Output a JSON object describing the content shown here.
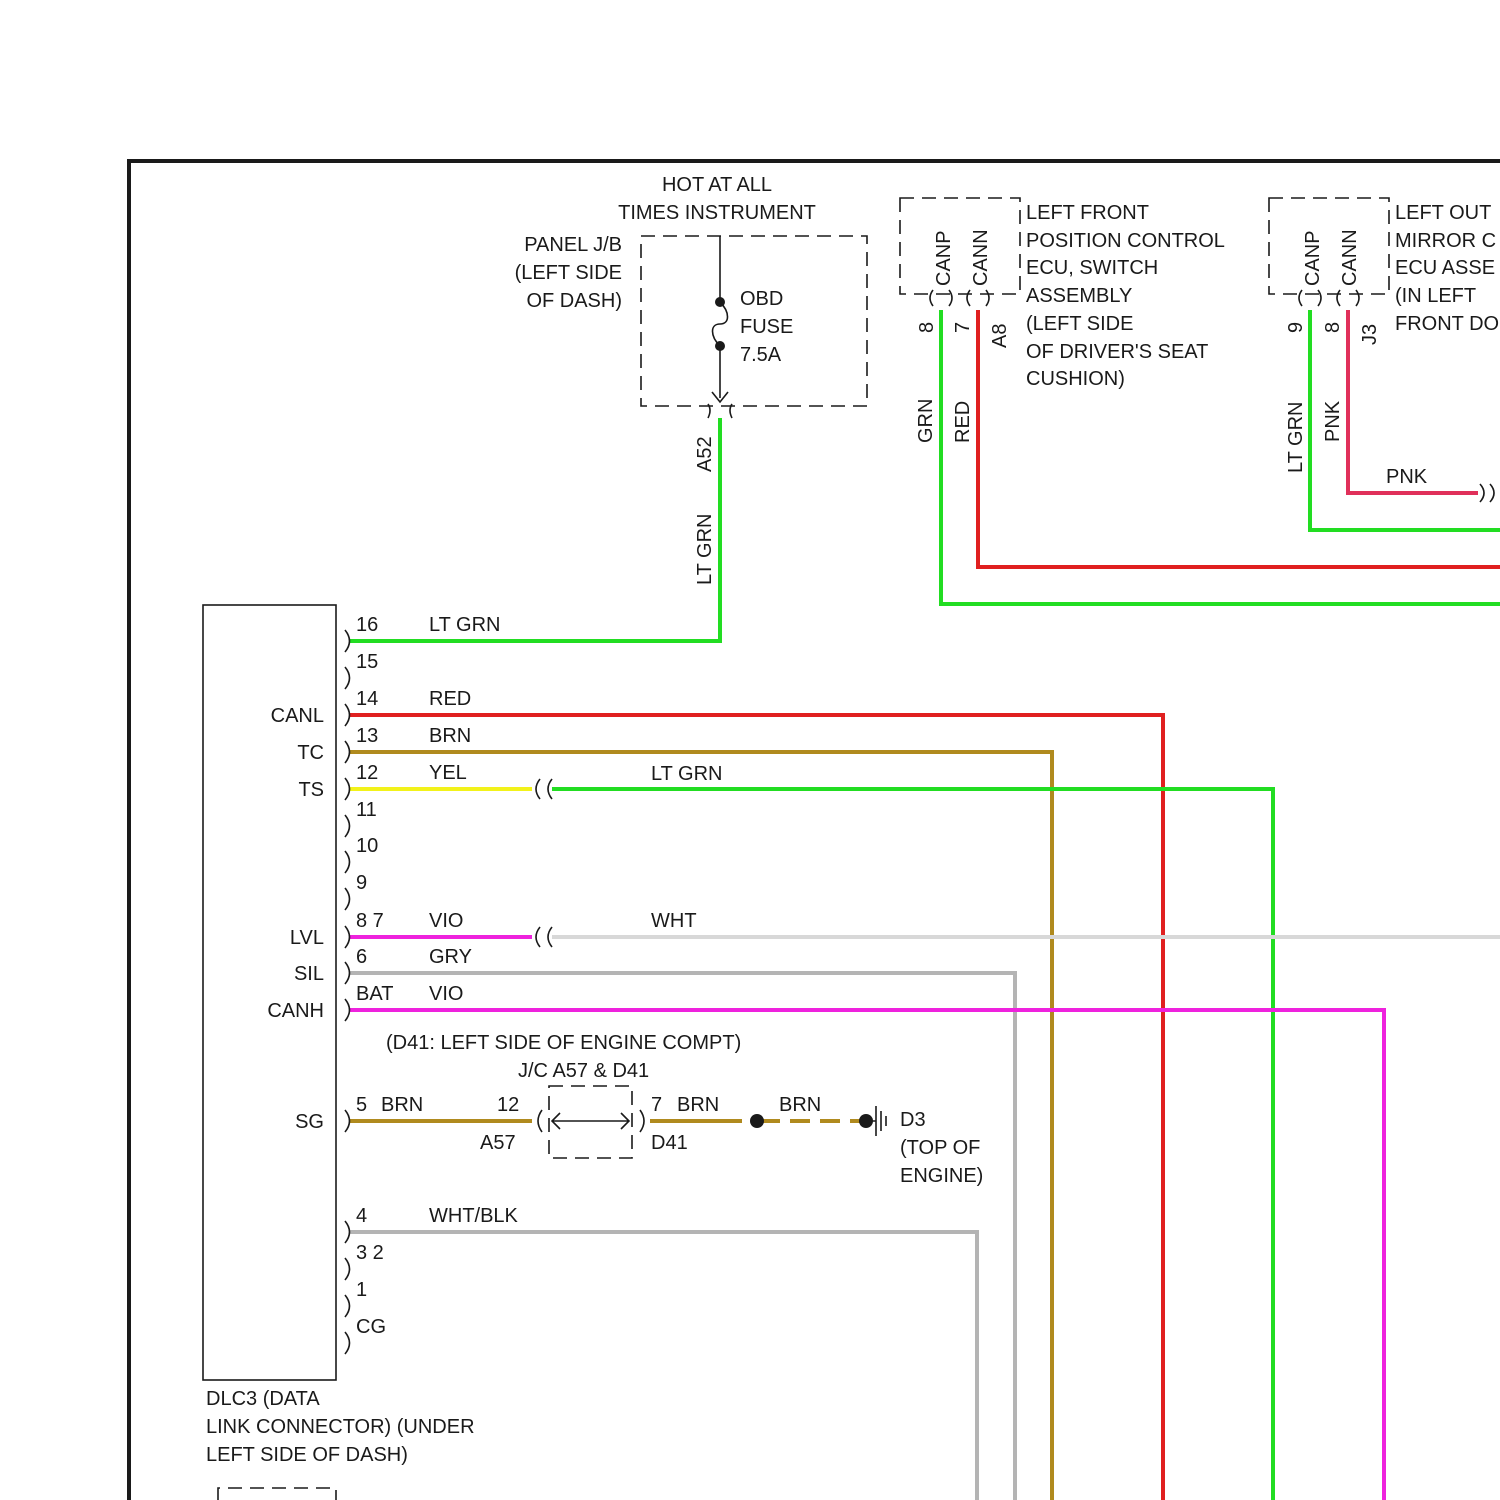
{
  "panel_jb": {
    "hot_label": [
      "HOT AT ALL",
      "TIMES INSTRUMENT"
    ],
    "name": [
      "PANEL J/B",
      "(LEFT SIDE",
      "OF DASH)"
    ],
    "fuse": [
      "OBD",
      "FUSE",
      "7.5A"
    ],
    "connector": "A52",
    "wire_color": "LT GRN"
  },
  "left_front_ecu": {
    "name": [
      "LEFT FRONT",
      "POSITION CONTROL",
      "ECU, SWITCH",
      "ASSEMBLY",
      "(LEFT SIDE",
      "OF DRIVER'S SEAT",
      "CUSHION)"
    ],
    "pins": [
      {
        "signal": "CANP",
        "pin": "8",
        "wire": "GRN",
        "color": "#22dd22"
      },
      {
        "signal": "CANN",
        "pin": "7",
        "wire": "RED",
        "color": "#e02020"
      }
    ],
    "connector": "A8"
  },
  "left_mirror_ecu": {
    "name": [
      "LEFT OUT",
      "MIRROR C",
      "ECU ASSE",
      "(IN LEFT",
      "FRONT DO"
    ],
    "pins": [
      {
        "signal": "CANP",
        "pin": "9",
        "wire": "LT GRN",
        "color": "#22dd22"
      },
      {
        "signal": "CANN",
        "pin": "8",
        "wire": "PNK",
        "color": "#e0305a"
      }
    ],
    "connector": "J3",
    "pnk_label": "PNK"
  },
  "dlc3": {
    "name": [
      "DLC3 (DATA",
      "LINK CONNECTOR) (UNDER",
      "LEFT SIDE OF DASH)"
    ],
    "pins": [
      {
        "num": "16",
        "signal": "",
        "wire": "LT GRN",
        "color": "#22dd22"
      },
      {
        "num": "15",
        "signal": "",
        "wire": "",
        "color": ""
      },
      {
        "num": "14",
        "signal": "CANL",
        "wire": "RED",
        "color": "#e02020"
      },
      {
        "num": "13",
        "signal": "TC",
        "wire": "BRN",
        "color": "#b08a1e"
      },
      {
        "num": "12",
        "signal": "TS",
        "wire": "YEL",
        "color": "#f2f21a"
      },
      {
        "num": "11",
        "signal": "",
        "wire": "",
        "color": ""
      },
      {
        "num": "10",
        "signal": "",
        "wire": "",
        "color": ""
      },
      {
        "num": "9",
        "signal": "",
        "wire": "",
        "color": ""
      },
      {
        "num": "8 7",
        "signal": "LVL",
        "wire": "VIO",
        "color": "#ee22dd"
      },
      {
        "num": "6",
        "signal": "SIL",
        "wire": "GRY",
        "color": "#b4b4b4"
      },
      {
        "num": "BAT",
        "signal": "CANH",
        "wire": "VIO",
        "color": "#ee22dd"
      },
      {
        "num": "5",
        "signal": "SG",
        "wire": "BRN",
        "color": "#b08a1e"
      },
      {
        "num": "4",
        "signal": "",
        "wire": "WHT/BLK",
        "color": "#b4b4b4"
      },
      {
        "num": "3 2",
        "signal": "",
        "wire": "",
        "color": ""
      },
      {
        "num": "1",
        "signal": "",
        "wire": "",
        "color": ""
      },
      {
        "num": "CG",
        "signal": "",
        "wire": "",
        "color": ""
      }
    ]
  },
  "splices": {
    "ts_continue": "LT GRN",
    "lvl_continue": "WHT"
  },
  "junction": {
    "note": "(D41: LEFT SIDE OF ENGINE COMPT)",
    "name": "J/C A57 & D41",
    "left_pin": "12",
    "left_connector": "A57",
    "right_pin": "7",
    "right_wire": "BRN",
    "right_connector": "D41",
    "ground_wire": "BRN",
    "ground": [
      "D3",
      "(TOP OF",
      "ENGINE)"
    ]
  },
  "colors": {
    "lt_grn": "#22dd22",
    "red": "#e02020",
    "brn": "#b08a1e",
    "yel": "#f2f21a",
    "vio": "#ee22dd",
    "gry": "#b4b4b4",
    "wht": "#d8d8d8",
    "pnk": "#e0305a"
  }
}
